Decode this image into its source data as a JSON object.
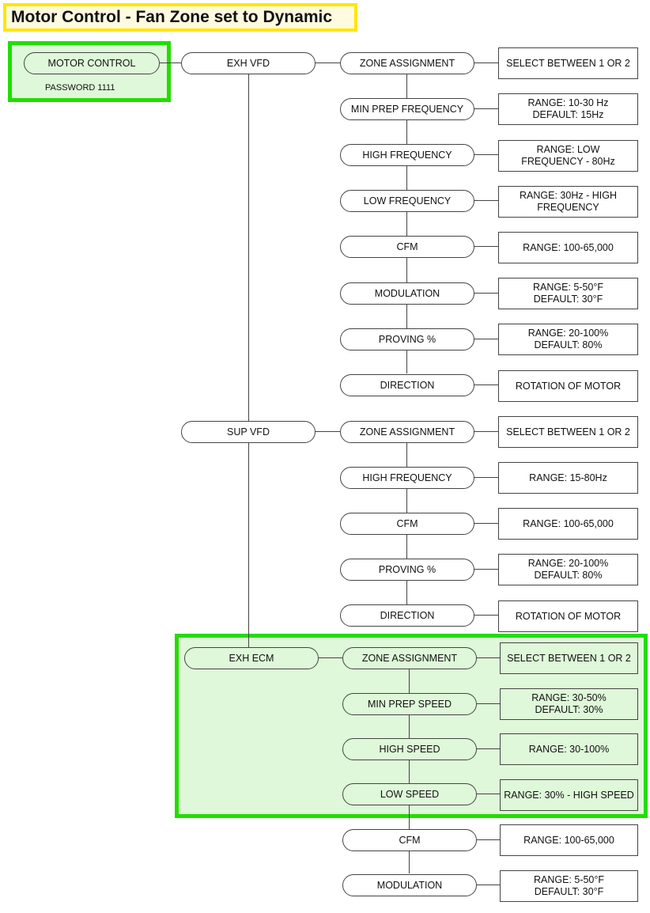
{
  "title": "Motor Control - Fan Zone set to Dynamic",
  "colors": {
    "title_border": "#ffe600",
    "highlight_border": "#22dd00",
    "highlight_fill": "#dff8d9"
  },
  "root": {
    "label": "MOTOR CONTROL",
    "password": "PASSWORD 1111"
  },
  "exh_vfd": {
    "label": "EXH VFD",
    "items": [
      {
        "label": "ZONE ASSIGNMENT",
        "desc": "SELECT BETWEEN 1 OR 2"
      },
      {
        "label": "MIN PREP FREQUENCY",
        "desc": "RANGE: 10-30 Hz\nDEFAULT: 15Hz"
      },
      {
        "label": "HIGH FREQUENCY",
        "desc": "RANGE: LOW\nFREQUENCY - 80Hz"
      },
      {
        "label": "LOW FREQUENCY",
        "desc": "RANGE: 30Hz - HIGH\nFREQUENCY"
      },
      {
        "label": "CFM",
        "desc": "RANGE: 100-65,000"
      },
      {
        "label": "MODULATION",
        "desc": "RANGE: 5-50°F\nDEFAULT: 30°F"
      },
      {
        "label": "PROVING %",
        "desc": "RANGE: 20-100%\nDEFAULT: 80%"
      },
      {
        "label": "DIRECTION",
        "desc": "ROTATION OF MOTOR"
      }
    ]
  },
  "sup_vfd": {
    "label": "SUP VFD",
    "items": [
      {
        "label": "ZONE ASSIGNMENT",
        "desc": "SELECT BETWEEN 1 OR 2"
      },
      {
        "label": "HIGH FREQUENCY",
        "desc": "RANGE: 15-80Hz"
      },
      {
        "label": "CFM",
        "desc": "RANGE: 100-65,000"
      },
      {
        "label": "PROVING %",
        "desc": "RANGE: 20-100%\nDEFAULT: 80%"
      },
      {
        "label": "DIRECTION",
        "desc": "ROTATION OF MOTOR"
      }
    ]
  },
  "exh_ecm": {
    "label": "EXH ECM",
    "items": [
      {
        "label": "ZONE ASSIGNMENT",
        "desc": "SELECT BETWEEN 1 OR 2"
      },
      {
        "label": "MIN PREP SPEED",
        "desc": "RANGE: 30-50%\nDEFAULT: 30%"
      },
      {
        "label": "HIGH SPEED",
        "desc": "RANGE: 30-100%"
      },
      {
        "label": "LOW SPEED",
        "desc": "RANGE: 30% - HIGH SPEED"
      },
      {
        "label": "CFM",
        "desc": "RANGE: 100-65,000"
      },
      {
        "label": "MODULATION",
        "desc": "RANGE: 5-50°F\nDEFAULT: 30°F"
      }
    ]
  }
}
